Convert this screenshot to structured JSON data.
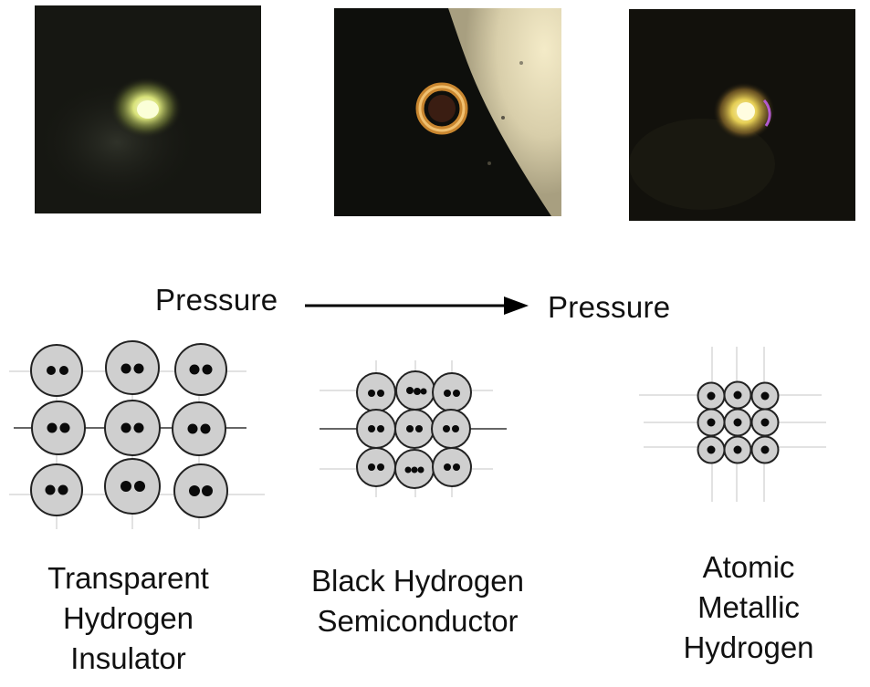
{
  "photos": [
    {
      "name": "transparent-hydrogen-sample",
      "bg": "#161712",
      "glow": "#f4f2b0"
    },
    {
      "name": "black-hydrogen-sample",
      "bg": "#0e0f0c",
      "glow": "#d98a3a"
    },
    {
      "name": "metallic-hydrogen-sample",
      "bg": "#12110c",
      "glow": "#f1e48a"
    }
  ],
  "arrow": {
    "left_label": "Pressure",
    "right_label": "Pressure"
  },
  "lattices": [
    {
      "name": "insulator-lattice",
      "rows": 3,
      "cols": 3,
      "pattern": "molecular-pair"
    },
    {
      "name": "semiconductor-lattice",
      "rows": 3,
      "cols": 3,
      "pattern": "molecular-pair"
    },
    {
      "name": "metallic-lattice",
      "rows": 3,
      "cols": 3,
      "pattern": "atomic"
    }
  ],
  "captions": [
    {
      "lines": [
        "Transparent",
        "Hydrogen",
        "Insulator"
      ]
    },
    {
      "lines": [
        "Black Hydrogen",
        "Semiconductor"
      ]
    },
    {
      "lines": [
        "Atomic",
        "Metallic",
        "Hydrogen"
      ]
    }
  ],
  "colors": {
    "circle_fill": "#cfcfcf",
    "circle_stroke": "#222222",
    "dot": "#0a0a0a",
    "grid_line": "#d8d8d8",
    "axis_line": "#333333"
  }
}
